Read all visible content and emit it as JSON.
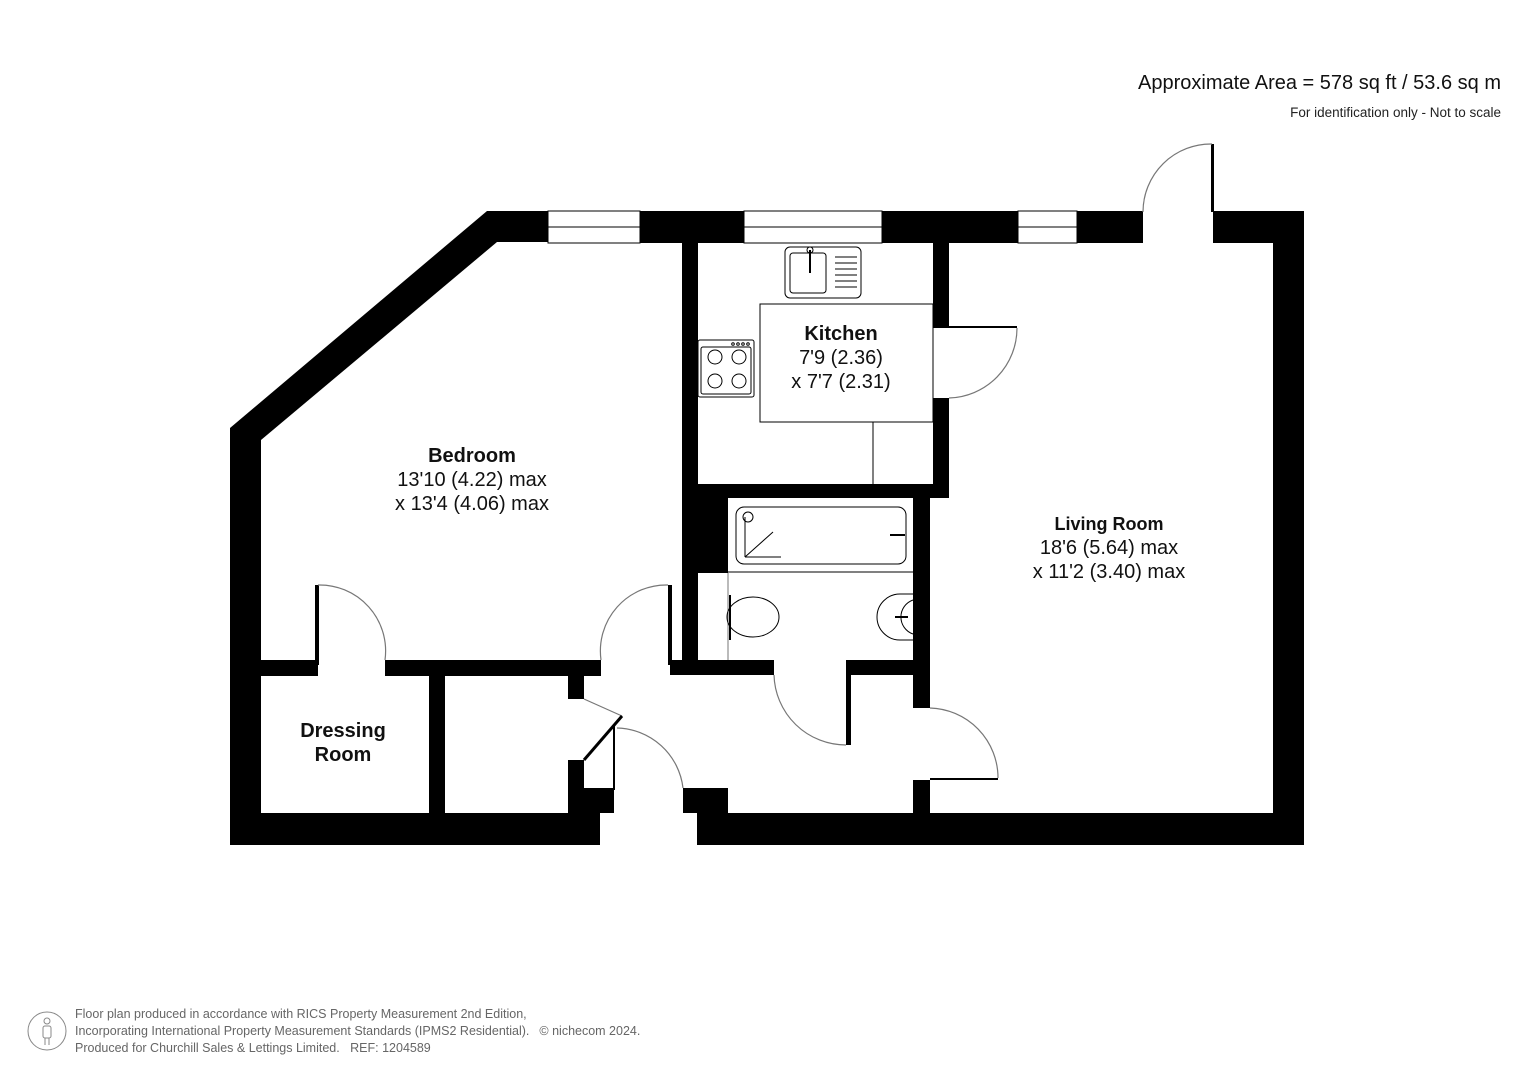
{
  "header": {
    "area": "Approximate Area = 578 sq ft / 53.6 sq m",
    "disclaimer": "For identification only - Not to scale"
  },
  "rooms": {
    "bedroom": {
      "name": "Bedroom",
      "dim1": "13'10 (4.22) max",
      "dim2": "x 13'4 (4.06) max"
    },
    "kitchen": {
      "name": "Kitchen",
      "dim1": "7'9 (2.36)",
      "dim2": "x 7'7 (2.31)"
    },
    "living_room": {
      "name": "Living Room",
      "dim1": "18'6 (5.64) max",
      "dim2": "x 11'2 (3.40) max"
    },
    "dressing_room": {
      "name_line1": "Dressing",
      "name_line2": "Room"
    }
  },
  "fixtures": [
    "sink-icon",
    "hob-icon",
    "bath-icon",
    "toilet-icon",
    "basin-icon"
  ],
  "footer": {
    "line1": "Floor plan produced in accordance with RICS Property Measurement 2nd Edition,",
    "line2": "Incorporating International Property Measurement Standards (IPMS2 Residential).",
    "copyright": "© nichecom 2024.",
    "line3": "Produced for Churchill Sales & Lettings Limited.",
    "ref": "REF: 1204589"
  },
  "colors": {
    "wall": "#000000",
    "background": "#ffffff",
    "footer_text": "#666666"
  }
}
